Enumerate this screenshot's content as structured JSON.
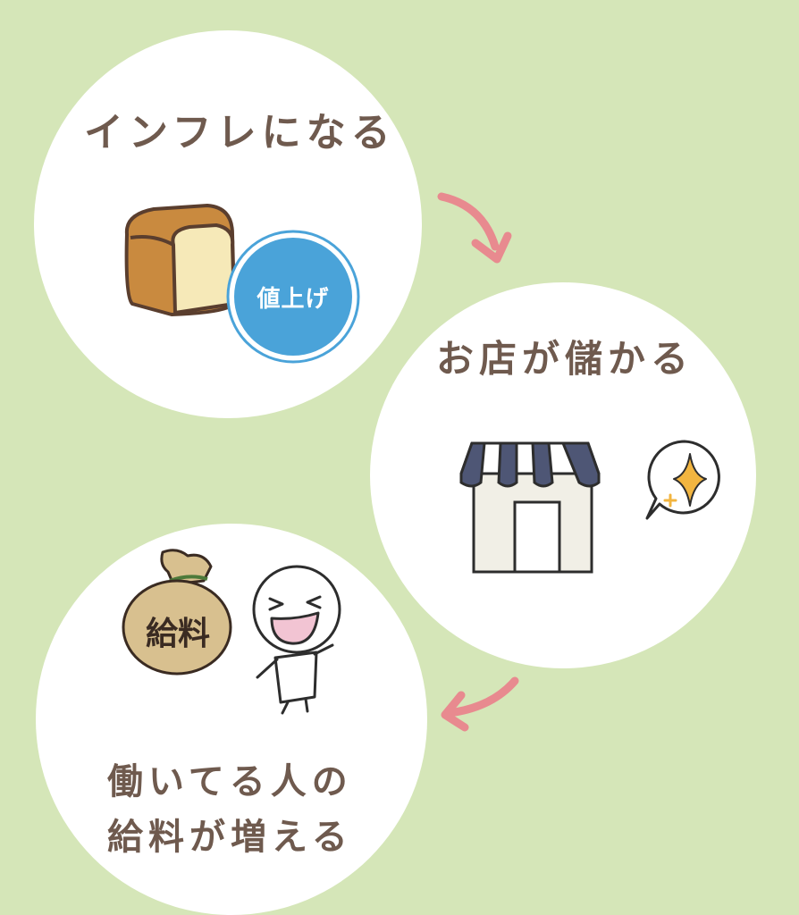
{
  "steps": [
    {
      "label": "インフレになる"
    },
    {
      "label": "お店が儲かる"
    },
    {
      "label_line1": "働いてる人の",
      "label_line2": "給料が増える"
    }
  ],
  "price_badge": "値上げ",
  "bag_label": "給料",
  "colors": {
    "background": "#d5e6b8",
    "circle": "#ffffff",
    "text": "#6f5a4e",
    "arrow": "#e88a8f",
    "badge": "#4aa3d9",
    "awning": "#4e5675",
    "sparkle": "#f2b540"
  }
}
